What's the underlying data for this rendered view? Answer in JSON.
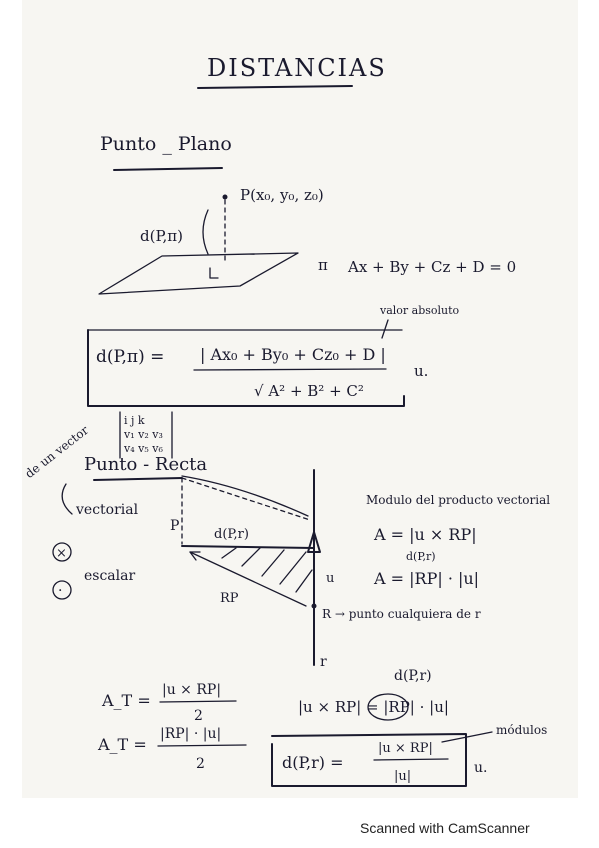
{
  "title": "DISTANCIAS",
  "section1": {
    "heading": "Punto _ Plano",
    "point_label": "P(x₀, y₀, z₀)",
    "distance_label": "d(P,π)",
    "plane_symbol": "π",
    "plane_equation": "Ax + By + Cz + D = 0",
    "abs_note": "valor absoluto",
    "formula_lhs": "d(P,π) =",
    "formula_num": "| Ax₀ + By₀ + Cz₀ + D |",
    "formula_den": "√ A² + B² + C²",
    "unit": "u."
  },
  "section2": {
    "heading": "Punto - Recta",
    "side_note": "de un vector",
    "determinant_rows": [
      "i   j   k",
      "v₁  v₂  v₃",
      "v₄  v₅  v₆"
    ],
    "vectorial_label": "vectorial",
    "cross_symbol": "×",
    "dot_symbol": "·",
    "escalar_label": "escalar",
    "p_label": "P",
    "segment_label": "d(P,r)",
    "rp_label": "RP",
    "u_label": "u",
    "r_label": "r",
    "r_point_note": "R → punto cualquiera de r",
    "modulo_note": "Modulo del producto vectorial",
    "area_eq1": "A = |u × RP|",
    "area_sub": "d(P,r)",
    "area_eq2": "A = |RP| · |u|"
  },
  "bottom": {
    "at_label": "A_T =",
    "at_num1": "|u × RP|",
    "at_den1": "2",
    "at_label2": "A_T =",
    "at_num2": "|RP| · |u|",
    "at_den2": "2",
    "dpr_top": "d(P,r)",
    "eq_line": "|u × RP| = |RP| · |u|",
    "final_lhs": "d(P,r) =",
    "final_num": "|u × RP|",
    "final_den": "|u|",
    "final_unit": "u.",
    "modulos_note": "módulos"
  },
  "footer": "Scanned with CamScanner"
}
